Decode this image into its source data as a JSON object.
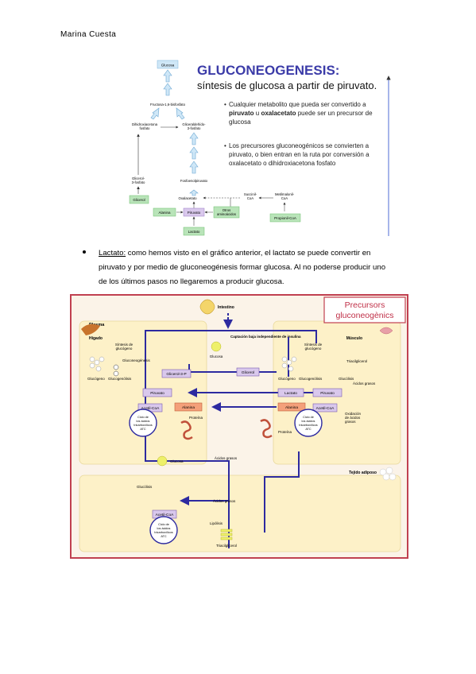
{
  "header": {
    "author": "Marina Cuesta"
  },
  "figure1": {
    "title": "GLUCONEOGENESIS:",
    "subtitle": "síntesis de glucosa a partir de piruvato.",
    "bullet1_a": "Cualquier metabolito que pueda ser convertido a",
    "bullet1_b1": "piruvato",
    "bullet1_b2": " u ",
    "bullet1_b3": "oxalacetato",
    "bullet1_b4": " puede ser un precursor de",
    "bullet1_c": "glucosa",
    "bullet2_a": "Los precursores gluconeogénicos se convierten a",
    "bullet2_b": "piruvato, o bien entran en la ruta por conversión a",
    "bullet2_c": "oxalacetato o dihidroxiacetona fosfato",
    "nodes": {
      "glucosa": "Glucosa",
      "fructosa": "Fructosa-1,6-bisfosfato",
      "dhap1": "Dihidroxiacetona",
      "dhap2": "fosfato",
      "g3p1": "Gliceraldehído-",
      "g3p2": "3-fosfato",
      "fosfoenol": "Fosfoenolpiruvato",
      "oxalacetato": "Oxalacetato",
      "glicerol3p1": "Glicerol-",
      "glicerol3p2": "3-fosfato",
      "glicerol": "Glicerol",
      "succinil1": "Succinil-",
      "succinil2": "CoA",
      "metil1": "Metilmalonil-",
      "metil2": "CoA",
      "alanina": "Alanina",
      "piruvato": "Piruvato",
      "otros1": "Otros",
      "otros2": "aminoácidos",
      "propionil": "Propionil-CoA",
      "lactato": "Lactato"
    }
  },
  "paragraph": {
    "term": "Lactato:",
    "line1": " como hemos visto en el gráfico anterior, el lactato se puede convertir en",
    "line2": "piruvato y por medio de gluconeogénesis formar glucosa. Al no poderse producir uno",
    "line3": "de los últimos pasos no llegaremos a producir glucosa."
  },
  "figure2": {
    "title1": "Precursors",
    "title2": "gluconeogènics",
    "plasma": "Plasma",
    "intestino": "Intestino",
    "captacion": "Captación baja independiente de insulina",
    "higado": "Hígado",
    "musculo": "Músculo",
    "tejido": "Tejido adiposo",
    "sintesis1": "Síntesis de",
    "sintesis2": "glucógeno",
    "gluconeo": "Gluconeogénesis",
    "glucogeno": "Glucógeno",
    "glucogenolisis": "Glucogenólisis",
    "glicerol3p": "Glicerol-3-P",
    "glicerol": "Glicerol",
    "glucosa": "Glucosa",
    "piruvato": "Piruvato",
    "lactato": "Lactato",
    "alanina": "Alanina",
    "acetilcoa": "Acetil-CoA",
    "ciclo1": "Ciclo de",
    "ciclo2": "los ácidos",
    "ciclo3": "tricarboxílicos",
    "ciclo4": "ATC",
    "proteina": "Proteína",
    "acidos": "Ácidos grasos",
    "glucolisis": "Glucólisis",
    "triacil": "Triacilglicerol",
    "oxidacion1": "Oxidación",
    "oxidacion2": "de ácidos",
    "oxidacion3": "grasos",
    "lipolisis": "Lipólisis"
  }
}
